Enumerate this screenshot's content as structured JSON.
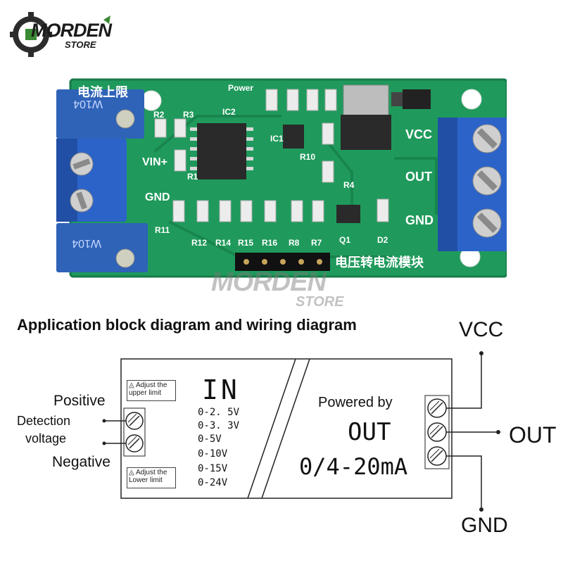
{
  "logo": {
    "name": "MORDEN",
    "sub": "STORE"
  },
  "watermark": {
    "name": "MORDEN",
    "sub": "STORE"
  },
  "pcb": {
    "labels": {
      "current_upper": "电流上限",
      "power": "Power",
      "vin": "VIN+",
      "gnd_left": "GND",
      "vcc": "VCC",
      "out": "OUT",
      "gnd_right": "GND",
      "module_name": "电压转电流模块",
      "r2": "R2",
      "r3": "R3",
      "ic2": "IC2",
      "ic1": "IC1",
      "r10": "R10",
      "r4": "R4",
      "r1": "R1",
      "r11": "R11",
      "r12": "R12",
      "r14": "R14",
      "r15": "R15",
      "r16": "R16",
      "r8": "R8",
      "r7": "R7",
      "q1": "Q1",
      "d2": "D2"
    },
    "pot_text": "W104"
  },
  "diagram": {
    "title": "Application block diagram and wiring diagram",
    "vcc": "VCC",
    "out": "OUT",
    "gnd": "GND",
    "positive": "Positive",
    "detection": "Detection",
    "voltage": "voltage",
    "negative": "Negative",
    "adjust_upper_1": "Adjust the",
    "adjust_upper_2": "upper limit",
    "adjust_lower_1": "Adjust the",
    "adjust_lower_2": "Lower limit",
    "in_title": "IN",
    "ranges": [
      "0-2. 5V",
      "0-3. 3V",
      "0-5V",
      "0-10V",
      "0-15V",
      "0-24V"
    ],
    "powered_by": "Powered by",
    "out_mid": "OUT",
    "current": "0/4-20mA"
  },
  "colors": {
    "pcb": "#1f9a5c",
    "terminal": "#2b63c9",
    "pot": "#2f63b8"
  }
}
